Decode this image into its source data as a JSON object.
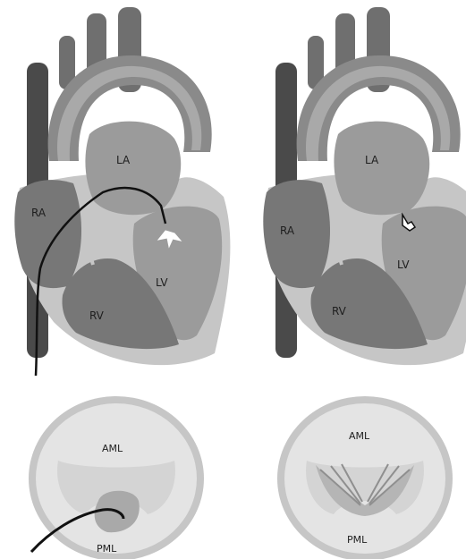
{
  "colors": {
    "background": "#ffffff",
    "aorta_vessels": "#6f6f6f",
    "aorta_wall": "#8a8a8a",
    "heart_outer": "#c6c6c6",
    "chamber_mid": "#9b9b9b",
    "chamber_dark": "#777777",
    "vena_cava": "#4a4a4a",
    "valve_face": "#e4e4e4",
    "catheter": "#111111"
  },
  "panels": {
    "left_heart": {
      "labels": {
        "la": "LA",
        "ra": "RA",
        "lv": "LV",
        "rv": "RV"
      }
    },
    "right_heart": {
      "labels": {
        "la": "LA",
        "ra": "RA",
        "lv": "LV",
        "rv": "RV"
      }
    },
    "left_valve": {
      "labels": {
        "aml": "AML",
        "pml": "PML"
      }
    },
    "right_valve": {
      "labels": {
        "aml": "AML",
        "pml": "PML"
      }
    }
  }
}
